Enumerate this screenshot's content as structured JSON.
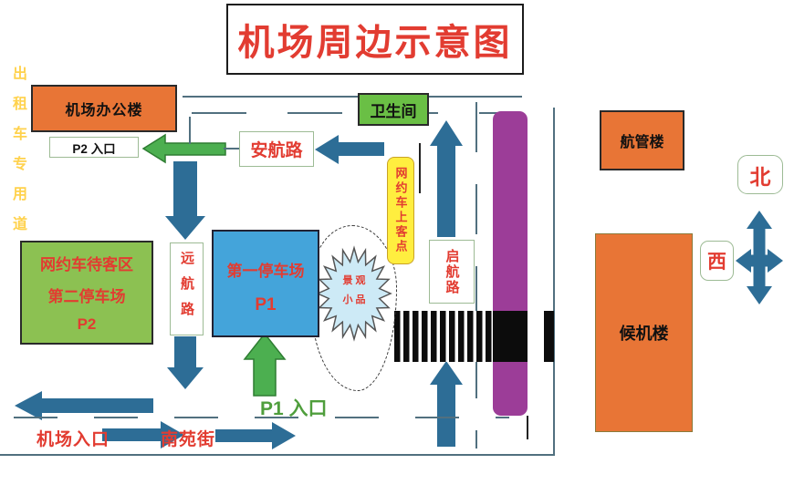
{
  "title": "机场周边示意图",
  "buildings": {
    "office": "机场办公楼",
    "atc_tower": "航管楼",
    "terminal": "候机楼"
  },
  "parking": {
    "p2_entrance_label": "P2 入口",
    "p2_lot": {
      "line1": "网约车待客区",
      "line2": "第二停车场",
      "line3": "P2"
    },
    "p1_lot": {
      "name": "第一停车场",
      "code": "P1"
    },
    "p1_entrance_label": "P1 入口"
  },
  "roads": {
    "anhang": "安航路",
    "yuanhang": "远航路",
    "qihang": "启航路",
    "nanyuan_street": "南苑街",
    "airport_entrance": "机场入口",
    "taxi_lane": "出租车专用道"
  },
  "poi": {
    "restroom": "卫生间",
    "ride_hailing_pickup": "网约车上客点",
    "landscape_feature": {
      "line1": "景 观",
      "line2": "小 品"
    }
  },
  "compass": {
    "north": "北",
    "west": "西"
  },
  "colors": {
    "accent_red": "#e23c31",
    "building_orange": "#e87536",
    "lot_green": "#8cc152",
    "lot_blue": "#44a4da",
    "taxi_purple": "#9c3d98",
    "pickup_yellow": "#ffee3f",
    "arrow_blue": "#2d6d96",
    "arrow_green": "#4caf50",
    "road_line": "#51707f"
  }
}
